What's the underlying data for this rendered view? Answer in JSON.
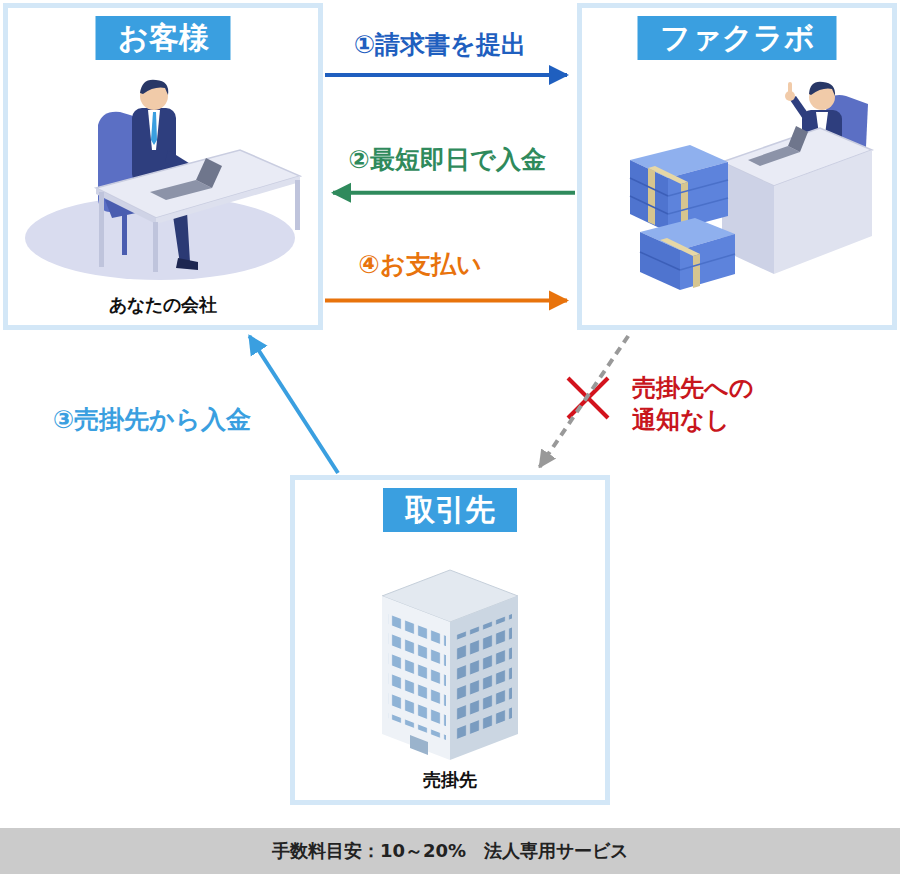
{
  "diagram": {
    "nodes": [
      {
        "text": [
          "お客様",
          "あなたの会社"
        ]
      },
      {
        "text": [
          "ファクラボ"
        ]
      },
      {
        "text": [
          "取引先",
          "売掛先"
        ]
      },
      {
        "text": [
          "手数料目安：10～20%　法人専用サービス"
        ]
      }
    ],
    "edges": [
      {
        "from": 0,
        "to": 1,
        "label": "①請求書を提出",
        "arrow": "to"
      },
      {
        "from": 1,
        "to": 0,
        "label": "②最短即日で入金",
        "arrow": "to"
      },
      {
        "from": 2,
        "to": 0,
        "label": "③売掛先から入金",
        "arrow": "to"
      },
      {
        "from": 0,
        "to": 1,
        "label": "④お支払い",
        "arrow": "to"
      },
      {
        "from": 1,
        "to": 2,
        "label": "売掛先への 通知なし",
        "arrow": "to"
      }
    ]
  }
}
